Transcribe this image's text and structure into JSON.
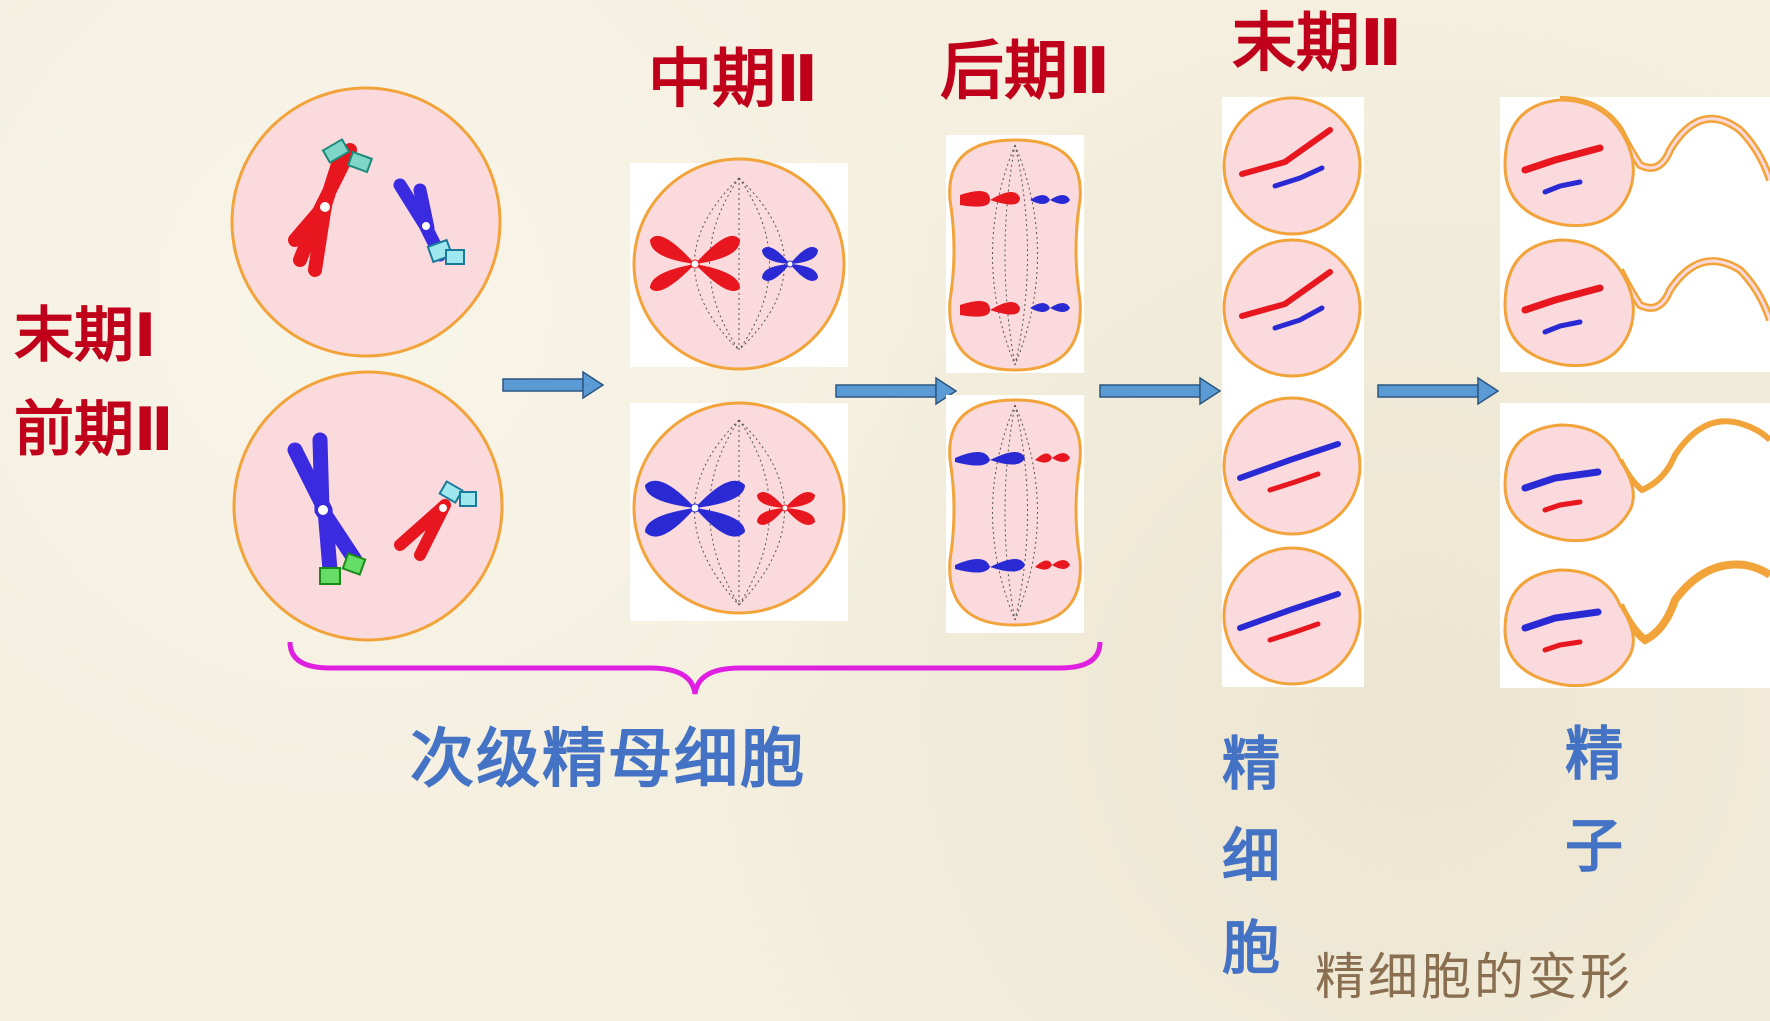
{
  "labels": {
    "telophase1": "末期Ⅰ",
    "prophase2": "前期Ⅱ",
    "metaphase2": "中期Ⅱ",
    "anaphase2": "后期Ⅱ",
    "telophase2": "末期Ⅱ",
    "secondary_spermatocyte": "次级精母细胞",
    "spermatid_1": "精",
    "spermatid_2": "细",
    "spermatid_3": "胞",
    "sperm_1": "精",
    "sperm_2": "子",
    "caption": "精细胞的变形"
  },
  "colors": {
    "red_text": "#c0001a",
    "blue_text": "#4472c4",
    "cell_fill": "#fadadd",
    "cell_border": "#f2a33a",
    "chromosome_red": "#e8161e",
    "chromosome_blue": "#2a2ad4",
    "arrow": "#5b9bd5",
    "brace": "#e020e0"
  }
}
